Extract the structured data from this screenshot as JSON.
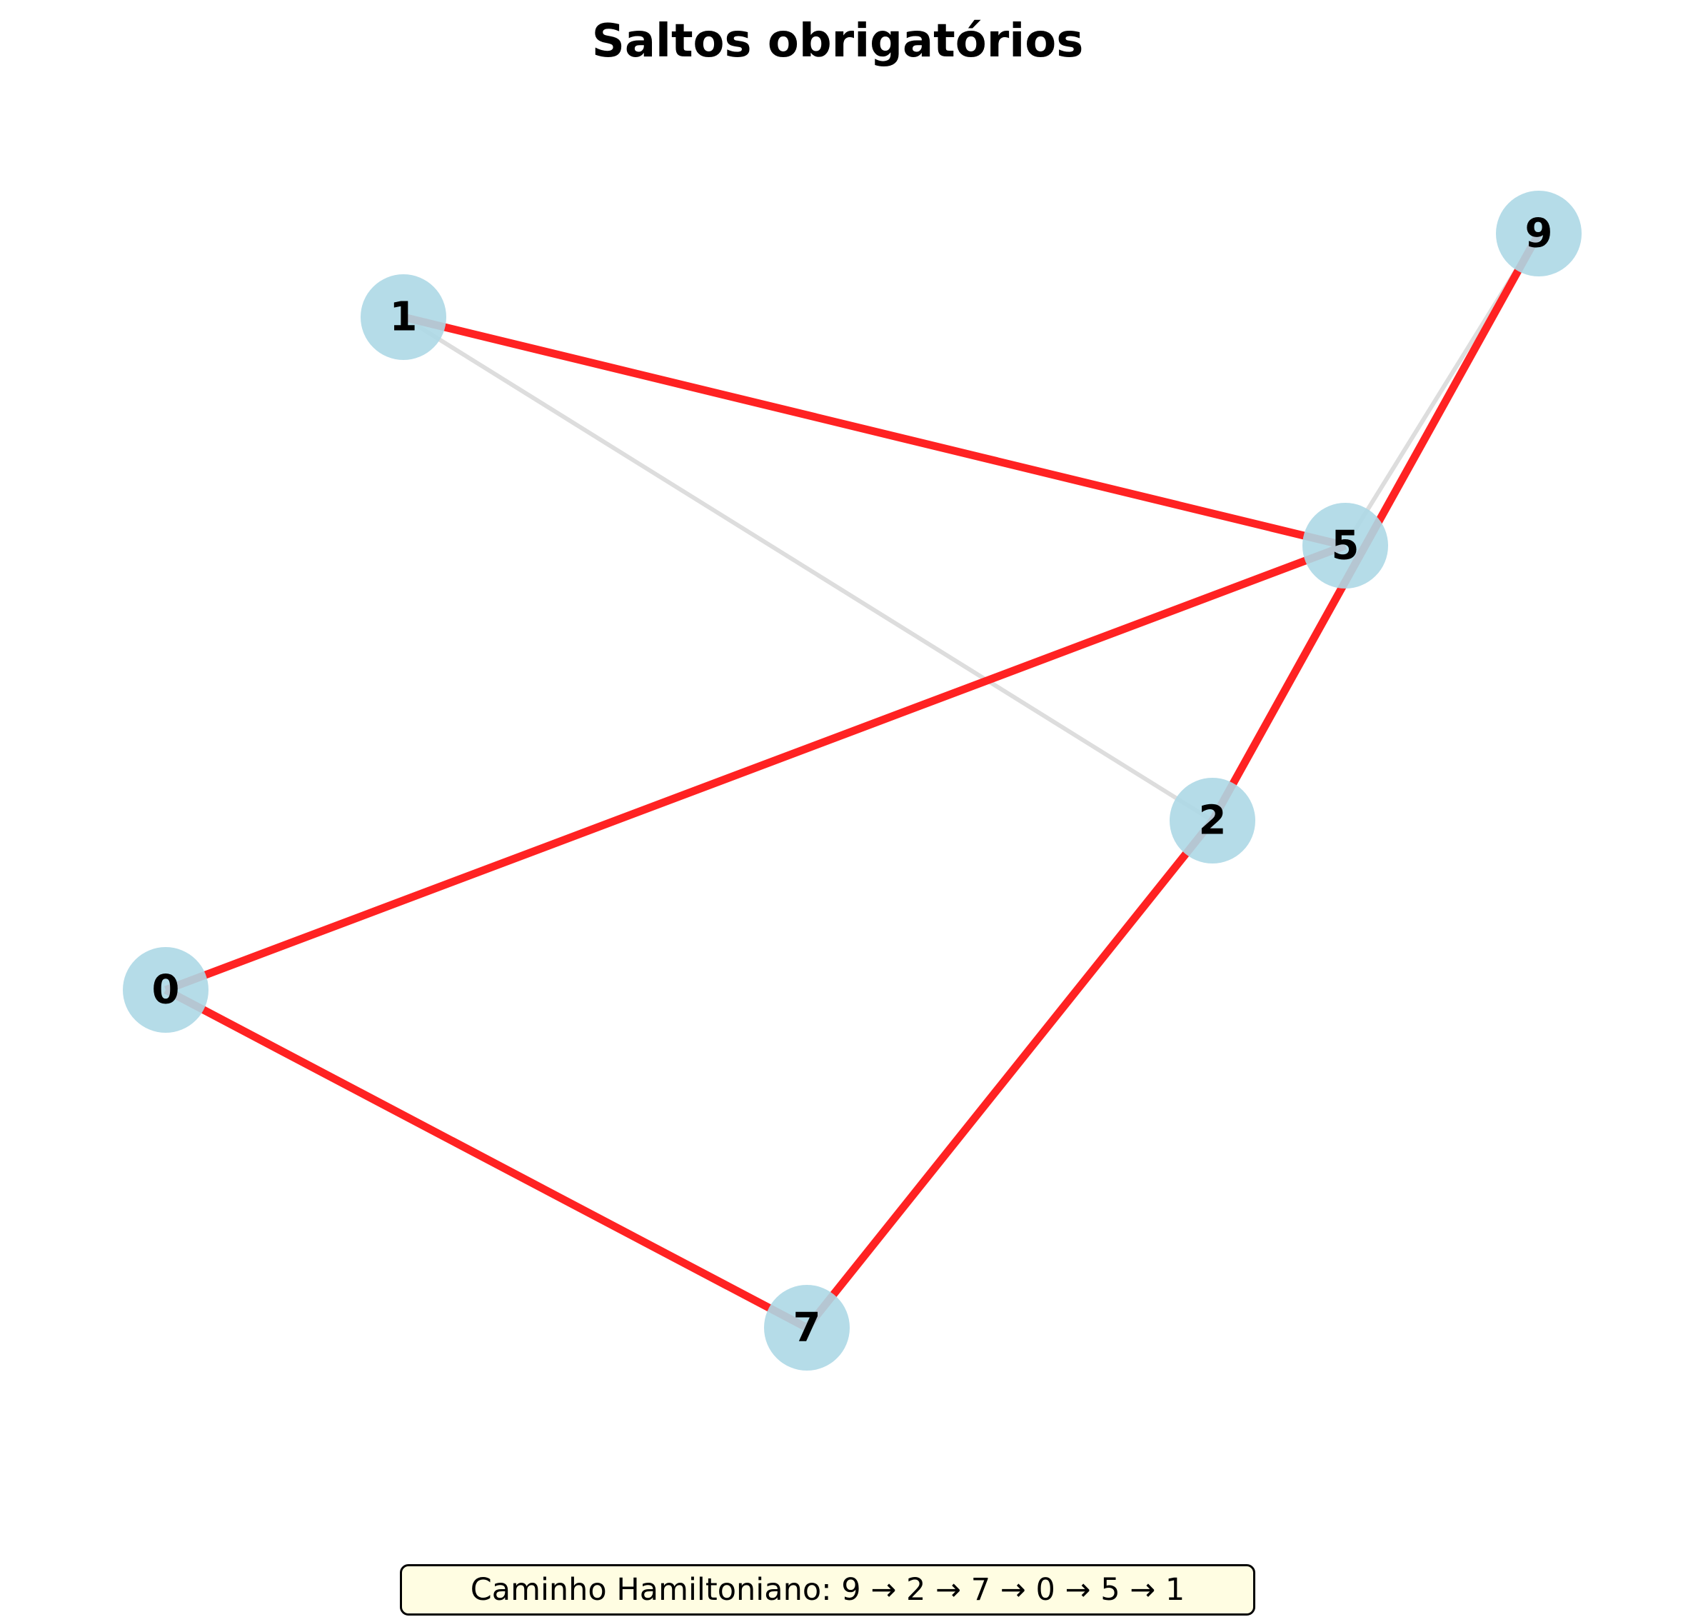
{
  "title": "Saltos obrigatórios",
  "caption": "Caminho Hamiltoniano: 9 → 2 → 7 → 0 → 5 → 1",
  "colors": {
    "node_fill": "#add8e6",
    "path_edge": "#ff2222",
    "other_edge": "#dddddd",
    "label": "#000000",
    "caption_bg": "#fffde2",
    "caption_border": "#000000"
  },
  "nodes": [
    {
      "id": "0",
      "label": "0"
    },
    {
      "id": "1",
      "label": "1"
    },
    {
      "id": "2",
      "label": "2"
    },
    {
      "id": "5",
      "label": "5"
    },
    {
      "id": "7",
      "label": "7"
    },
    {
      "id": "9",
      "label": "9"
    }
  ],
  "edges": [
    {
      "from": "1",
      "to": "2",
      "on_path": false
    },
    {
      "from": "5",
      "to": "9",
      "on_path": false
    },
    {
      "from": "1",
      "to": "5",
      "on_path": true
    },
    {
      "from": "0",
      "to": "5",
      "on_path": true
    },
    {
      "from": "0",
      "to": "7",
      "on_path": true
    },
    {
      "from": "2",
      "to": "7",
      "on_path": true
    },
    {
      "from": "2",
      "to": "9",
      "on_path": true
    }
  ],
  "hamiltonian_path": [
    "9",
    "2",
    "7",
    "0",
    "5",
    "1"
  ]
}
